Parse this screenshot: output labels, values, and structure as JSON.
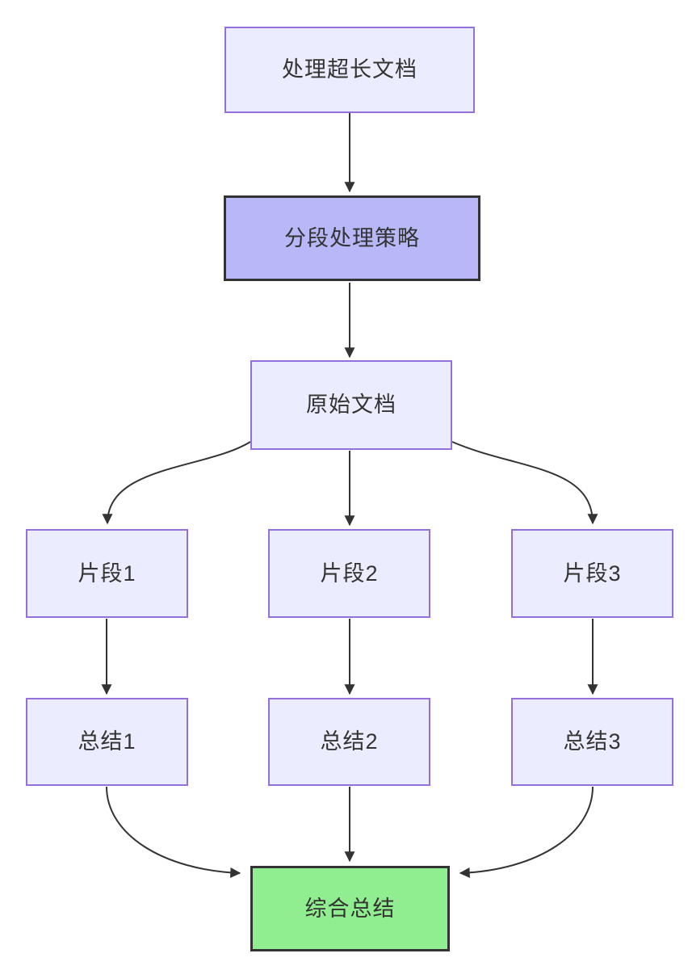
{
  "diagram": {
    "type": "flowchart",
    "direction": "top-down",
    "nodes": {
      "start": {
        "id": "start",
        "label": "处理超长文档",
        "style": "default"
      },
      "strategy": {
        "id": "strategy",
        "label": "分段处理策略",
        "style": "emphasis"
      },
      "doc": {
        "id": "doc",
        "label": "原始文档",
        "style": "default"
      },
      "seg1": {
        "id": "seg1",
        "label": "片段1",
        "style": "default"
      },
      "seg2": {
        "id": "seg2",
        "label": "片段2",
        "style": "default"
      },
      "seg3": {
        "id": "seg3",
        "label": "片段3",
        "style": "default"
      },
      "sum1": {
        "id": "sum1",
        "label": "总结1",
        "style": "default"
      },
      "sum2": {
        "id": "sum2",
        "label": "总结2",
        "style": "default"
      },
      "sum3": {
        "id": "sum3",
        "label": "总结3",
        "style": "default"
      },
      "final": {
        "id": "final",
        "label": "综合总结",
        "style": "final"
      }
    },
    "edges": [
      {
        "from": "start",
        "to": "strategy",
        "arrow": true
      },
      {
        "from": "strategy",
        "to": "doc",
        "arrow": true
      },
      {
        "from": "doc",
        "to": "seg1",
        "arrow": true
      },
      {
        "from": "doc",
        "to": "seg2",
        "arrow": true
      },
      {
        "from": "doc",
        "to": "seg3",
        "arrow": true
      },
      {
        "from": "seg1",
        "to": "sum1",
        "arrow": true
      },
      {
        "from": "seg2",
        "to": "sum2",
        "arrow": true
      },
      {
        "from": "seg3",
        "to": "sum3",
        "arrow": true
      },
      {
        "from": "sum1",
        "to": "final",
        "arrow": true
      },
      {
        "from": "sum2",
        "to": "final",
        "arrow": true
      },
      {
        "from": "sum3",
        "to": "final",
        "arrow": true
      }
    ],
    "colors": {
      "node_fill": "#ECECFF",
      "node_border": "#9370DB",
      "emphasis_fill": "#B8B8F8",
      "emphasis_border": "#333333",
      "final_fill": "#90EE90",
      "final_border": "#333333",
      "edge_color": "#333333",
      "text_color": "#333333",
      "canvas_bg": "#FFFFFF"
    }
  }
}
